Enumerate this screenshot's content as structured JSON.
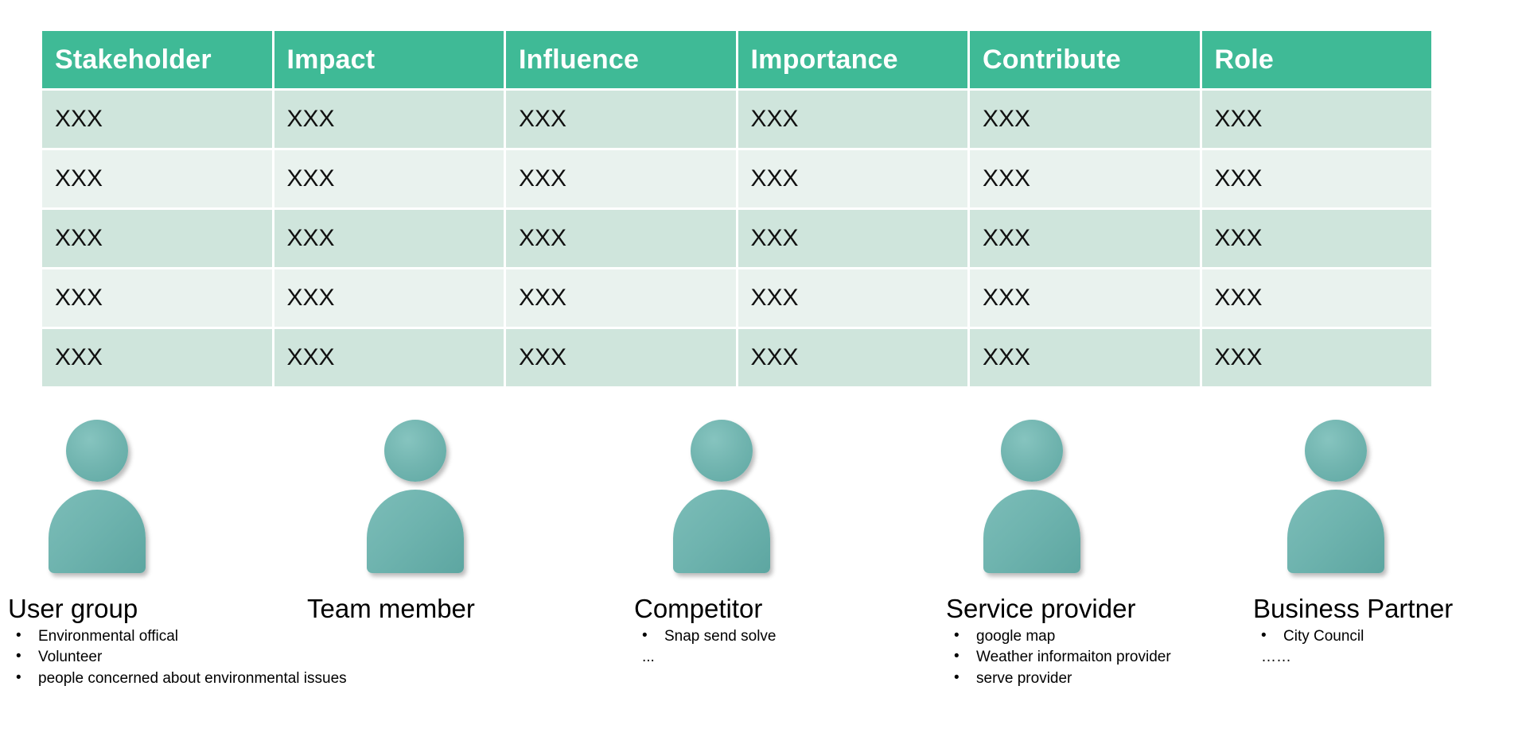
{
  "table": {
    "headers": [
      "Stakeholder",
      "Impact",
      "Influence",
      "Importance",
      "Contribute",
      "Role"
    ],
    "rows": [
      [
        "XXX",
        "XXX",
        "XXX",
        "XXX",
        "XXX",
        "XXX"
      ],
      [
        "XXX",
        "XXX",
        "XXX",
        "XXX",
        "XXX",
        "XXX"
      ],
      [
        "XXX",
        "XXX",
        "XXX",
        "XXX",
        "XXX",
        "XXX"
      ],
      [
        "XXX",
        "XXX",
        "XXX",
        "XXX",
        "XXX",
        "XXX"
      ],
      [
        "XXX",
        "XXX",
        "XXX",
        "XXX",
        "XXX",
        "XXX"
      ]
    ],
    "header_color": "#3FBA96",
    "row_odd_color": "#CFE5DC",
    "row_even_color": "#E9F2EE"
  },
  "personas": [
    {
      "title": "User group",
      "bullets": [
        "Environmental offical",
        "Volunteer",
        "people concerned about environmental issues"
      ],
      "trailing": ""
    },
    {
      "title": "Team member",
      "bullets": [],
      "trailing": ""
    },
    {
      "title": "Competitor",
      "bullets": [
        "Snap send solve"
      ],
      "trailing": "..."
    },
    {
      "title": "Service provider",
      "bullets": [
        "google map",
        "Weather informaiton provider",
        "serve provider"
      ],
      "trailing": ""
    },
    {
      "title": "Business Partner",
      "bullets": [
        "City Council"
      ],
      "trailing": "……"
    }
  ],
  "icons": {
    "persona_head": "person-head-icon",
    "persona_body": "person-body-icon"
  },
  "colors": {
    "accent_green": "#3FBA96",
    "persona_teal": "#6FB4AF"
  }
}
